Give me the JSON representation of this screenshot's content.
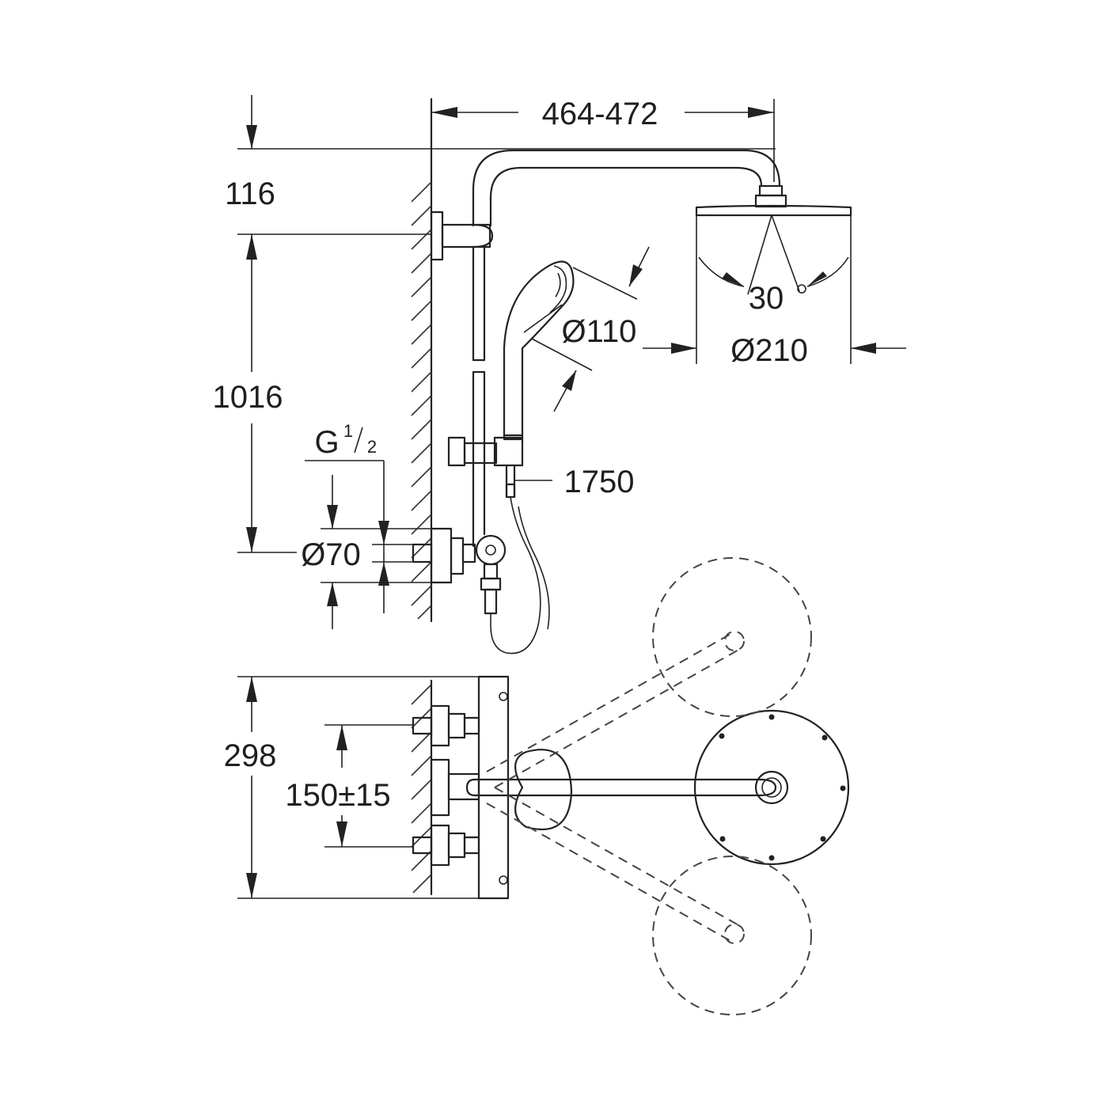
{
  "dimensions": {
    "arm_reach": "464-472",
    "top_offset": "116",
    "rail_height": "1016",
    "connection_prefix": "G",
    "connection_fraction_num": "1",
    "connection_fraction_den": "2",
    "flange_diameter": "Ø70",
    "hand_shower_diameter": "Ø110",
    "head_shower_diameter": "Ø210",
    "spray_angle": "30",
    "spray_angle_unit": "°",
    "hose_length": "1750",
    "mixer_depth": "298",
    "inlet_spacing": "150±15"
  }
}
